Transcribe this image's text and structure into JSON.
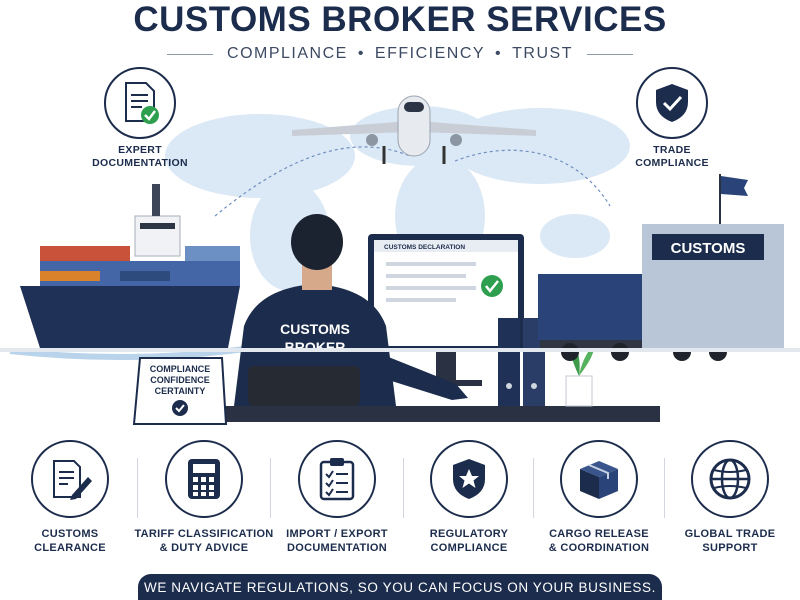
{
  "header": {
    "title": "CUSTOMS BROKER SERVICES",
    "tagline": [
      "COMPLIANCE",
      "EFFICIENCY",
      "TRUST"
    ],
    "separator": "•"
  },
  "scene": {
    "left_badge": {
      "icon": "documentation-check-icon",
      "label": [
        "EXPERT",
        "DOCUMENTATION"
      ]
    },
    "right_badge": {
      "icon": "shield-check-icon",
      "label": [
        "TRADE",
        "COMPLIANCE"
      ]
    },
    "monitor_title": "CUSTOMS DECLARATION",
    "broker_jacket": [
      "CUSTOMS",
      "BROKER"
    ],
    "desk_sign": [
      "COMPLIANCE",
      "CONFIDENCE",
      "CERTAINTY"
    ],
    "building_sign": "CUSTOMS"
  },
  "services": [
    {
      "icon": "document-pen-icon",
      "label": [
        "CUSTOMS",
        "CLEARANCE"
      ]
    },
    {
      "icon": "calculator-icon",
      "label": [
        "TARIFF CLASSIFICATION",
        "& DUTY ADVICE"
      ]
    },
    {
      "icon": "clipboard-checklist-icon",
      "label": [
        "IMPORT / EXPORT",
        "DOCUMENTATION"
      ]
    },
    {
      "icon": "police-badge-icon",
      "label": [
        "REGULATORY",
        "COMPLIANCE"
      ]
    },
    {
      "icon": "package-box-icon",
      "label": [
        "CARGO RELEASE",
        "& COORDINATION"
      ]
    },
    {
      "icon": "globe-icon",
      "label": [
        "GLOBAL TRADE",
        "SUPPORT"
      ]
    }
  ],
  "footer": {
    "banner": "WE NAVIGATE REGULATIONS, SO YOU CAN FOCUS ON YOUR BUSINESS."
  },
  "colors": {
    "navy": "#1c2c4c",
    "accent_green": "#2e9e4f",
    "map_blue": "#dbe8f5"
  }
}
